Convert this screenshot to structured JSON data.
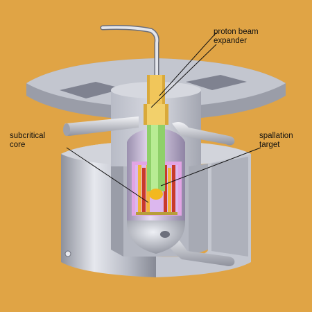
{
  "labels": {
    "proton_beam_expander": [
      "proton beam",
      "expander"
    ],
    "subcritical_core": [
      "subcritical",
      "core"
    ],
    "spallation_target": [
      "spallation",
      "target"
    ]
  },
  "colors": {
    "background": "#e0a445",
    "structure": "#c9ccd6",
    "vessel": "#d7c9e3",
    "core_region": "#e3a6e3",
    "beam_pipe": "#8fd06a",
    "target": "#f2b820",
    "fuel_rods_red": "#c93a2a",
    "fuel_rods_yellow": "#f3b53a",
    "leader_line": "#111111"
  }
}
